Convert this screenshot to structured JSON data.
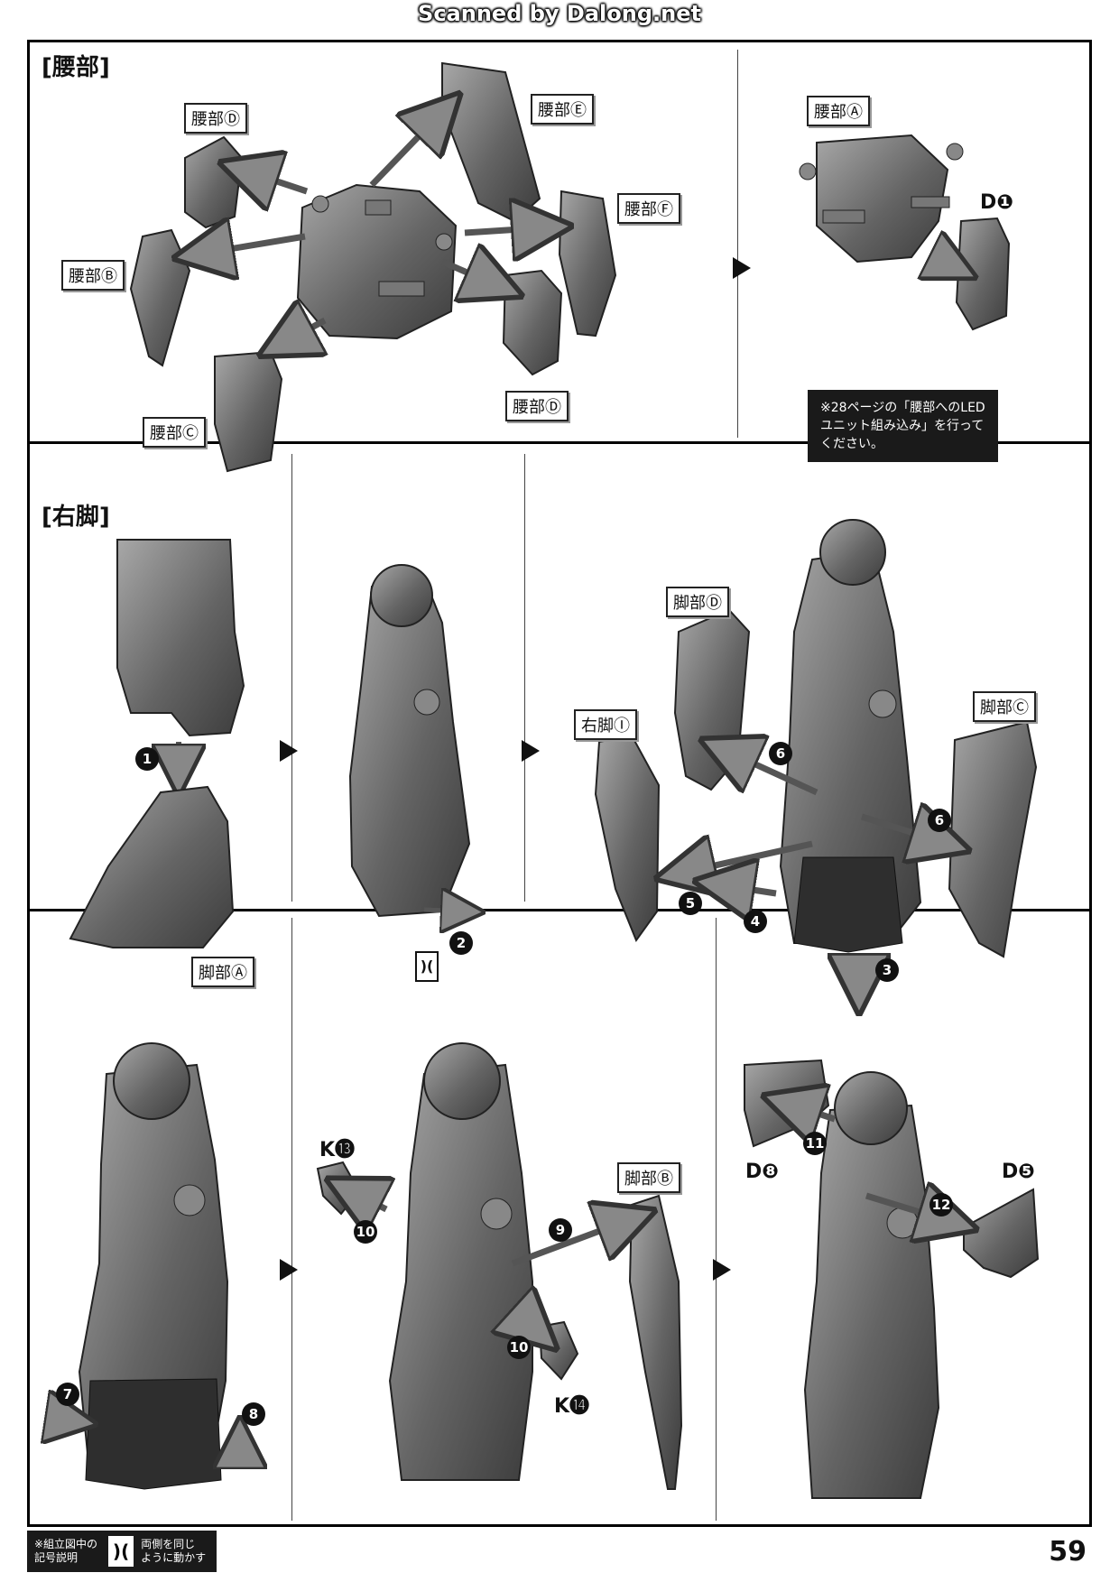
{
  "banner": "Scanned by Dalong.net",
  "sections": {
    "waist": {
      "title": "[腰部]"
    },
    "right_leg": {
      "title": "[右脚]"
    }
  },
  "labels": {
    "waist_d_1": "腰部Ⓓ",
    "waist_e": "腰部Ⓔ",
    "waist_f": "腰部Ⓕ",
    "waist_b": "腰部Ⓑ",
    "waist_c": "腰部Ⓒ",
    "waist_d_2": "腰部Ⓓ",
    "waist_a": "腰部Ⓐ",
    "d1": "D❶",
    "note": "※28ページの「腰部へのLED\nユニット組み込み」を行って\nください。",
    "leg_a": "脚部Ⓐ",
    "leg_d": "脚部Ⓓ",
    "right_leg_i": "右脚Ⓘ",
    "leg_c": "脚部Ⓒ",
    "leg_b": "脚部Ⓑ",
    "k13": "K⓭",
    "k14": "K⓮",
    "d8": "D❽",
    "d5": "D❺"
  },
  "steps": {
    "s1": "1",
    "s2": "2",
    "s3": "3",
    "s4": "4",
    "s5": "5",
    "s6a": "6",
    "s6b": "6",
    "s7": "7",
    "s8": "8",
    "s9": "9",
    "s10a": "10",
    "s10b": "10",
    "s11": "11",
    "s12": "12"
  },
  "footer": {
    "legend_title": "※組立図中の\n記号説明",
    "legend_icon": ")(",
    "legend_desc": "両側を同じ\nように動かす",
    "page_number": "59"
  }
}
